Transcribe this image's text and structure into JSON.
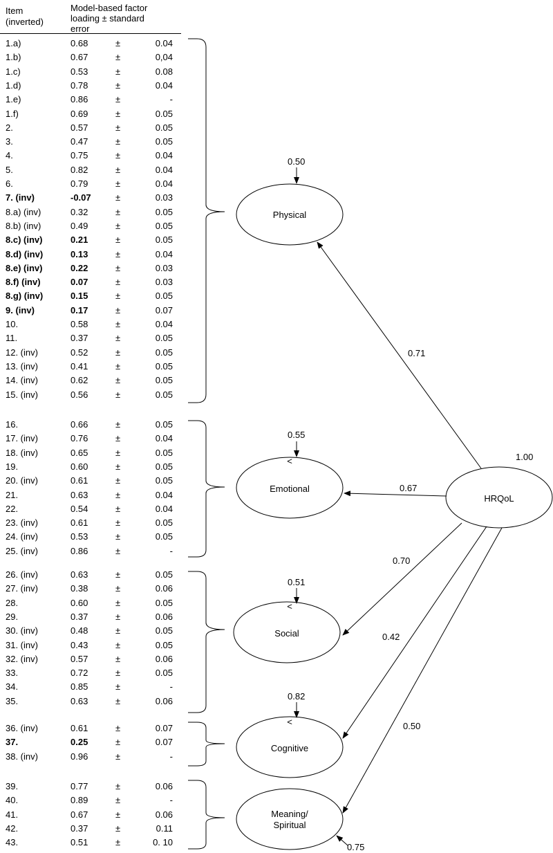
{
  "table": {
    "header": {
      "item_line1": "Item",
      "item_line2": "(inverted)",
      "loading_line1": "Model-based factor",
      "loading_line2": "loading ± standard",
      "loading_line3": "error"
    },
    "pm": "±",
    "groups": [
      {
        "rows": [
          {
            "item": "1.a)",
            "loading": "0.68",
            "se": "0.04",
            "bold": false
          },
          {
            "item": "1.b)",
            "loading": "0.67",
            "se": "0,04",
            "bold": false
          },
          {
            "item": "1.c)",
            "loading": "0.53",
            "se": "0.08",
            "bold": false
          },
          {
            "item": "1.d)",
            "loading": "0.78",
            "se": "0.04",
            "bold": false
          },
          {
            "item": "1.e)",
            "loading": "0.86",
            "se": "-",
            "bold": false
          },
          {
            "item": "1.f)",
            "loading": "0.69",
            "se": "0.05",
            "bold": false
          },
          {
            "item": "2.",
            "loading": "0.57",
            "se": "0.05",
            "bold": false
          },
          {
            "item": "3.",
            "loading": "0.47",
            "se": "0.05",
            "bold": false
          },
          {
            "item": "4.",
            "loading": "0.75",
            "se": "0.04",
            "bold": false
          },
          {
            "item": "5.",
            "loading": "0.82",
            "se": "0.04",
            "bold": false
          },
          {
            "item": "6.",
            "loading": "0.79",
            "se": "0.04",
            "bold": false
          },
          {
            "item": "7. (inv)",
            "loading": "-0.07",
            "se": "0.03",
            "bold": true
          },
          {
            "item": "8.a) (inv)",
            "loading": "0.32",
            "se": "0.05",
            "bold": false
          },
          {
            "item": "8.b) (inv)",
            "loading": "0.49",
            "se": "0.05",
            "bold": false
          },
          {
            "item": "8.c) (inv)",
            "loading": "0.21",
            "se": "0.05",
            "bold": true
          },
          {
            "item": "8.d) (inv)",
            "loading": "0.13",
            "se": "0.04",
            "bold": true
          },
          {
            "item": "8.e) (inv)",
            "loading": "0.22",
            "se": "0.03",
            "bold": true
          },
          {
            "item": "8.f) (inv)",
            "loading": "0.07",
            "se": "0.03",
            "bold": true
          },
          {
            "item": "8.g) (inv)",
            "loading": "0.15",
            "se": "0.05",
            "bold": true
          },
          {
            "item": "9. (inv)",
            "loading": "0.17",
            "se": "0.07",
            "bold": true
          },
          {
            "item": "10.",
            "loading": "0.58",
            "se": "0.04",
            "bold": false
          },
          {
            "item": "11.",
            "loading": "0.37",
            "se": "0.05",
            "bold": false
          },
          {
            "item": "12. (inv)",
            "loading": "0.52",
            "se": "0.05",
            "bold": false
          },
          {
            "item": "13. (inv)",
            "loading": "0.41",
            "se": "0.05",
            "bold": false
          },
          {
            "item": "14. (inv)",
            "loading": "0.62",
            "se": "0.05",
            "bold": false
          },
          {
            "item": "15. (inv)",
            "loading": "0.56",
            "se": "0.05",
            "bold": false
          }
        ]
      },
      {
        "rows": [
          {
            "item": "16.",
            "loading": "0.66",
            "se": "0.05",
            "bold": false
          },
          {
            "item": "17. (inv)",
            "loading": "0.76",
            "se": "0.04",
            "bold": false
          },
          {
            "item": "18. (inv)",
            "loading": "0.65",
            "se": "0.05",
            "bold": false
          },
          {
            "item": "19.",
            "loading": "0.60",
            "se": "0.05",
            "bold": false
          },
          {
            "item": "20. (inv)",
            "loading": "0.61",
            "se": "0.05",
            "bold": false
          },
          {
            "item": "21.",
            "loading": "0.63",
            "se": "0.04",
            "bold": false
          },
          {
            "item": "22.",
            "loading": "0.54",
            "se": "0.04",
            "bold": false
          },
          {
            "item": "23. (inv)",
            "loading": "0.61",
            "se": "0.05",
            "bold": false
          },
          {
            "item": "24. (inv)",
            "loading": "0.53",
            "se": "0.05",
            "bold": false
          },
          {
            "item": "25. (inv)",
            "loading": "0.86",
            "se": "-",
            "bold": false
          }
        ]
      },
      {
        "rows": [
          {
            "item": "26. (inv)",
            "loading": "0.63",
            "se": "0.05",
            "bold": false
          },
          {
            "item": "27. (inv)",
            "loading": "0.38",
            "se": "0.06",
            "bold": false
          },
          {
            "item": "28.",
            "loading": "0.60",
            "se": "0.05",
            "bold": false
          },
          {
            "item": "29.",
            "loading": "0.37",
            "se": "0.06",
            "bold": false
          },
          {
            "item": "30. (inv)",
            "loading": "0.48",
            "se": "0.05",
            "bold": false
          },
          {
            "item": "31. (inv)",
            "loading": "0.43",
            "se": "0.05",
            "bold": false
          },
          {
            "item": "32. (inv)",
            "loading": "0.57",
            "se": "0.06",
            "bold": false
          },
          {
            "item": "33.",
            "loading": "0.72",
            "se": "0.05",
            "bold": false
          },
          {
            "item": "34.",
            "loading": "0.85",
            "se": "-",
            "bold": false
          },
          {
            "item": "35.",
            "loading": "0.63",
            "se": "0.06",
            "bold": false
          }
        ]
      },
      {
        "rows": [
          {
            "item": "36. (inv)",
            "loading": "0.61",
            "se": "0.07",
            "bold": false
          },
          {
            "item": "37.",
            "loading": "0.25",
            "se": "0.07",
            "bold": true
          },
          {
            "item": "38. (inv)",
            "loading": "0.96",
            "se": "-",
            "bold": false
          }
        ]
      },
      {
        "rows": [
          {
            "item": "39.",
            "loading": "0.77",
            "se": "0.06",
            "bold": false
          },
          {
            "item": "40.",
            "loading": "0.89",
            "se": "-",
            "bold": false
          },
          {
            "item": "41.",
            "loading": "0.67",
            "se": "0.06",
            "bold": false
          },
          {
            "item": "42.",
            "loading": "0.37",
            "se": "0.11",
            "bold": false
          },
          {
            "item": "43.",
            "loading": "0.51",
            "se": "0. 10",
            "bold": false
          }
        ]
      }
    ]
  },
  "diagram": {
    "factors": [
      {
        "label": "Physical",
        "residual": "0.50",
        "loading": "0.71"
      },
      {
        "label": "Emotional",
        "residual": "0.55",
        "loading": "0.67",
        "mark": "<"
      },
      {
        "label": "Social",
        "residual": "0.51",
        "loading": "0.70",
        "mark": "<"
      },
      {
        "label": "Cognitive",
        "residual": "0.82",
        "loading": "0.42",
        "mark": "<"
      },
      {
        "label": "Meaning/",
        "label2": "Spiritual",
        "residual": "0.75",
        "loading": "0.50"
      }
    ],
    "general": {
      "label": "HRQoL",
      "variance": "1.00"
    }
  }
}
